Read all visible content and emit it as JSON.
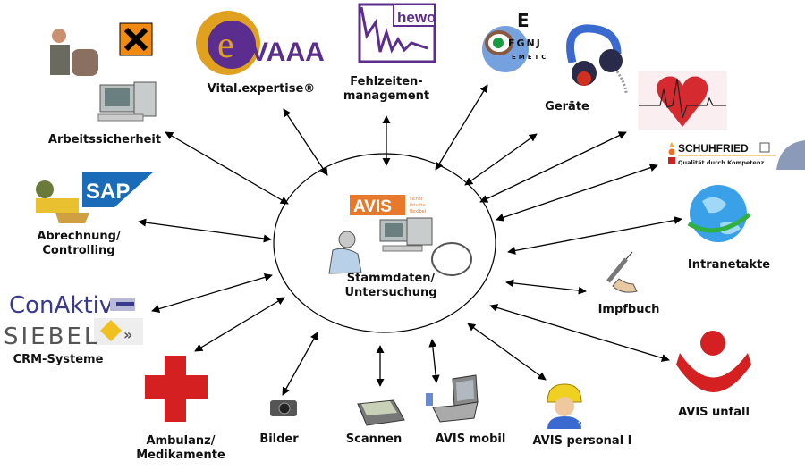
{
  "center": {
    "label_line1": "Stammdaten/",
    "label_line2": "Untersuchung",
    "logo_text": "AVIS",
    "logo_tagline": [
      "sicher",
      "intuitiv",
      "flexibel"
    ]
  },
  "nodes": [
    {
      "id": "arbeitssicherheit",
      "label": "Arbeitssicherheit"
    },
    {
      "id": "vital",
      "label": "Vital.expertise®",
      "logo_text": "eVAAA"
    },
    {
      "id": "fehlzeiten",
      "label_line1": "Fehlzeiten-",
      "label_line2": "management",
      "logo_text": "hewo"
    },
    {
      "id": "geraete",
      "label": "Geräte",
      "eye_chart": [
        "E",
        "FGNJ",
        "EMETC"
      ]
    },
    {
      "id": "schuhfried",
      "logo_text": "SCHUHFRIED",
      "logo_subtext": "Qualität durch Kompetenz"
    },
    {
      "id": "abrechnung",
      "label_line1": "Abrechnung/",
      "label_line2": "Controlling",
      "logo_text": "SAP"
    },
    {
      "id": "intranetakte",
      "label": "Intranetakte"
    },
    {
      "id": "impfbuch",
      "label": "Impfbuch"
    },
    {
      "id": "crm",
      "label": "CRM-Systeme",
      "logo_text_1": "ConAktiv",
      "logo_text_2": "SIEBEL"
    },
    {
      "id": "avis-unfall",
      "label": "AVIS unfall"
    },
    {
      "id": "ambulanz",
      "label_line1": "Ambulanz/",
      "label_line2": "Medikamente"
    },
    {
      "id": "bilder",
      "label": "Bilder"
    },
    {
      "id": "scannen",
      "label": "Scannen"
    },
    {
      "id": "avis-mobil",
      "label": "AVIS mobil"
    },
    {
      "id": "avis-personal",
      "label": "AVIS personal I"
    }
  ],
  "colors": {
    "avis_orange": "#e8792a",
    "evaaa_purple": "#5b2d8e",
    "evaaa_gold": "#e0a020",
    "sap_blue": "#1a6bb8",
    "red_cross": "#d42020",
    "conaktiv_blue": "#3a3a8c"
  }
}
